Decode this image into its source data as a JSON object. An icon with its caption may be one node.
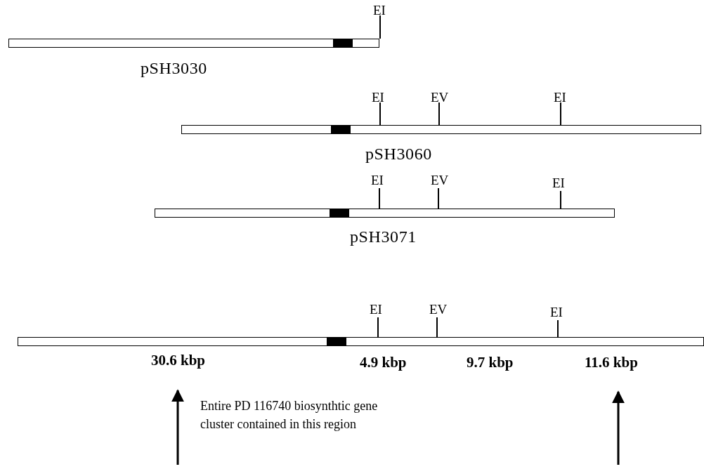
{
  "diagram": {
    "nodes": [
      {
        "text": [],
        "shape": "bar",
        "beside": [
          "EI",
          "pSH3030"
        ]
      },
      {
        "text": [],
        "shape": "bar",
        "beside": [
          "EI",
          "EV",
          "EI",
          "pSH3060"
        ]
      },
      {
        "text": [],
        "shape": "bar",
        "beside": [
          "EI",
          "EV",
          "EI",
          "pSH3071"
        ]
      },
      {
        "text": [],
        "shape": "bar",
        "beside": [
          "EI",
          "EV",
          "EI",
          "30.6 kbp",
          "4.9 kbp",
          "9.7 kbp",
          "11.6 kbp"
        ]
      }
    ],
    "labels": [
      "Entire PD 116740 biosynthtic gene cluster contained in this region"
    ]
  }
}
